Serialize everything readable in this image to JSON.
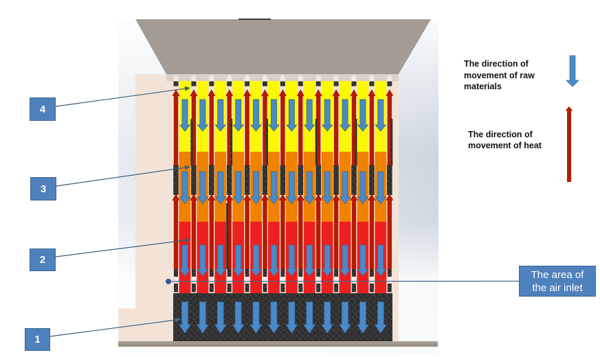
{
  "figure": {
    "channel_count": 12
  },
  "zones": [
    {
      "label": "4",
      "color": "#fbf806"
    },
    {
      "label": "3",
      "color": "#f08200"
    },
    {
      "label": "2",
      "color": "#ed1f1f"
    },
    {
      "label": "1",
      "color": "#2f2f2f"
    }
  ],
  "air_inlet": {
    "lines": [
      "The area of",
      "the air inlet"
    ]
  },
  "legend": {
    "raw_materials": {
      "lines": [
        "The direction of",
        "movement of raw",
        "materials"
      ],
      "arrow_color": "#4a8acb"
    },
    "heat": {
      "lines": [
        "The direction of",
        "movement of heat"
      ],
      "arrow_color": "#b41b00"
    }
  },
  "colors": {
    "callout_box": "#4f81bd"
  }
}
